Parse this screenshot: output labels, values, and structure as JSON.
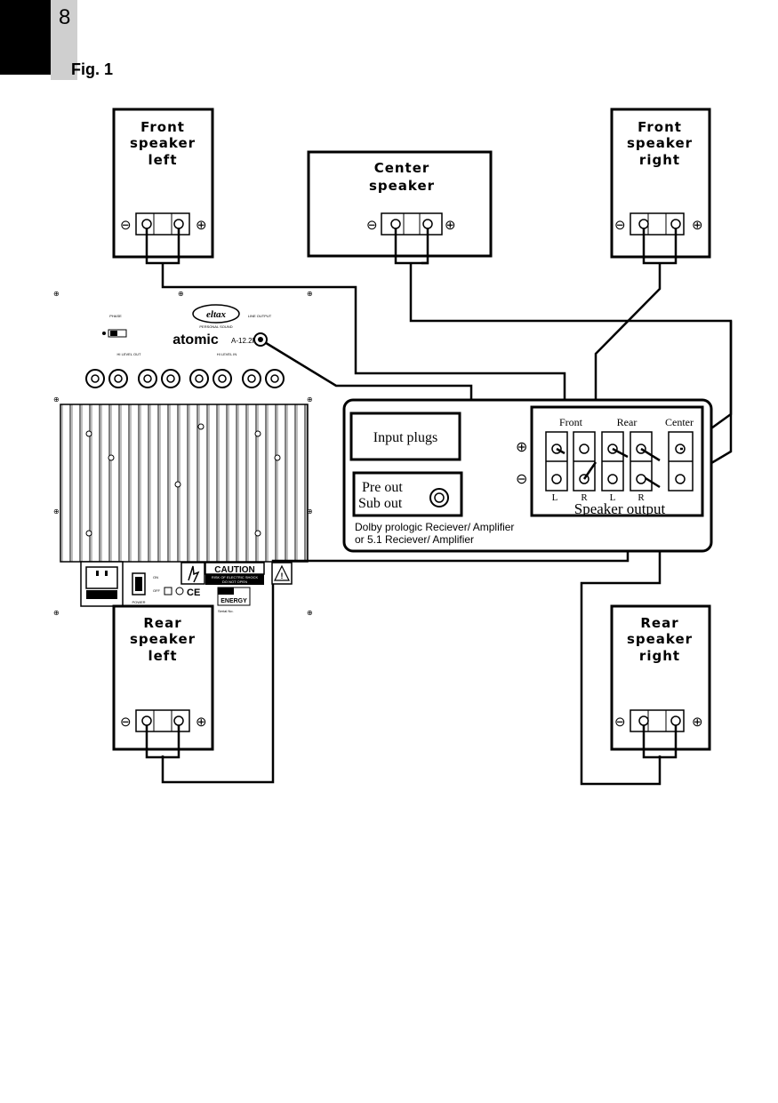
{
  "page": {
    "number": "8",
    "figure_label": "Fig. 1"
  },
  "speakers": {
    "front_left": {
      "lines": [
        "Front",
        "speaker",
        "left"
      ]
    },
    "center": {
      "lines": [
        "Center",
        "speaker"
      ]
    },
    "front_right": {
      "lines": [
        "Front",
        "speaker",
        "right"
      ]
    },
    "rear_left": {
      "lines": [
        "Rear",
        "speaker",
        "left"
      ]
    },
    "rear_right": {
      "lines": [
        "Rear",
        "speaker",
        "right"
      ]
    },
    "minus_symbol": "⊖",
    "plus_symbol": "⊕"
  },
  "receiver": {
    "input_plugs": "Input plugs",
    "pre_out_line1": "Pre out",
    "pre_out_line2": "Sub out",
    "caption_line1": "Dolby prologic Reciever/ Amplifier",
    "caption_line2": "or 5.1 Reciever/ Amplifier",
    "speaker_output_label": "Speaker output",
    "group_front": "Front",
    "group_rear": "Rear",
    "group_center": "Center",
    "terminal_labels": [
      "L",
      "R",
      "L",
      "R"
    ],
    "plus_symbol": "⊕",
    "minus_symbol": "⊖"
  },
  "amplifier": {
    "brand_logo": "eltax",
    "brand_sub": "PERSONAL SOUND",
    "model_name": "atomic",
    "model_number": "A-12.2R",
    "phase_label": "PHASE",
    "line_output_label": "LINE OUTPUT",
    "hi_level_out": "HI LEVEL OUT",
    "hi_level_in": "HI LEVEL IN",
    "caution_title": "CAUTION",
    "caution_line1": "RISK OF ELECTRIC SHOCK",
    "caution_line2": "DO NOT OPEN",
    "power_label": "POWER",
    "on_label": "ON",
    "off_label": "OFF",
    "ce_mark": "CE",
    "energy_label": "ENERGY",
    "serial_label": "Serial No."
  }
}
